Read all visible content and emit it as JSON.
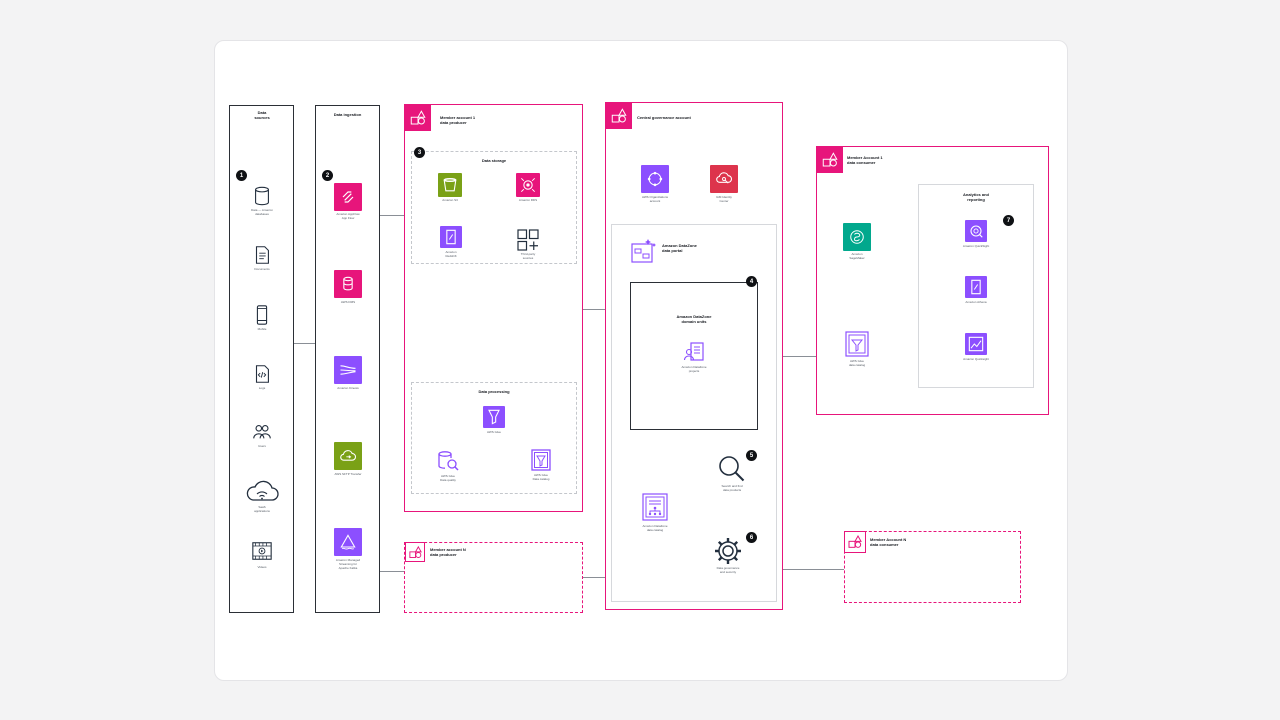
{
  "colors": {
    "accent": "#e7157b",
    "storage_green": "#7aa116",
    "analytics_purple": "#8c4fff",
    "mgmt_red": "#dd344c",
    "ml_teal": "#01a88d"
  },
  "sources": {
    "title": "Data\nsources",
    "items": [
      {
        "icon": "database-icon",
        "label": "Data — Amazon\ndatabases"
      },
      {
        "icon": "document-icon",
        "label": "Documents"
      },
      {
        "icon": "mobile-icon",
        "label": "Mobile"
      },
      {
        "icon": "code-file-icon",
        "label": "Logs"
      },
      {
        "icon": "users-icon",
        "label": "Users"
      },
      {
        "icon": "cloud-wifi-icon",
        "label": "SaaS\napplications"
      },
      {
        "icon": "video-icon",
        "label": "Videos"
      }
    ]
  },
  "ingestion": {
    "title": "Data ingestion",
    "items": [
      {
        "icon": "appflow-icon",
        "label": "Amazon AppFlow\nApp Flow"
      },
      {
        "icon": "dms-icon",
        "label": "AWS DMS"
      },
      {
        "icon": "kinesis-icon",
        "label": "Amazon Kinesis"
      },
      {
        "icon": "transfer-icon",
        "label": "AWS SFTP Transfer"
      },
      {
        "icon": "msk-icon",
        "label": "Amazon Managed\nStreaming for\nApache Kafka"
      }
    ]
  },
  "producer1": {
    "title": "Member account 1\ndata producer",
    "storage": {
      "title": "Data storage",
      "items": [
        {
          "icon": "s3-icon",
          "label": "Amazon S3"
        },
        {
          "icon": "redshift-icon",
          "label": "Amazon RDS"
        },
        {
          "icon": "athena-icon",
          "label": "Amazon\nRedshift"
        },
        {
          "icon": "grid-icon",
          "label": "Third-party\nsources"
        }
      ]
    },
    "processing": {
      "title": "Data processing",
      "items": [
        {
          "icon": "glue-icon",
          "label": "AWS Glue"
        },
        {
          "icon": "data-quality-icon",
          "label": "AWS Glue\nData quality"
        },
        {
          "icon": "data-catalog-icon",
          "label": "AWS Glue\nData catalog"
        }
      ]
    }
  },
  "producerN": {
    "title": "Member account N\ndata producer"
  },
  "central": {
    "title": "Central governance account",
    "org_icon": "organizations-icon",
    "org_label": "AWS Organizations\naccount",
    "iam_icon": "iam-identity-icon",
    "iam_label": "IAM Identity\nCenter",
    "portal_title": "Amazon DataZone\ndata portal",
    "domain_title": "Amazon DataZone\ndomain units",
    "domain_icon_label": "Amazon DataZone\nprojects",
    "search_label": "Search and find\ndata products",
    "catalog_label": "Amazon DataZone\ndata catalog",
    "settings_label": "Data governance\nand security"
  },
  "consumer1": {
    "title": "Member Account 1\ndata consumer",
    "sagemaker_label": "Amazon\nSageMaker",
    "catalog_label": "AWS Glue\ndata catalog",
    "analytics": {
      "title": "Analytics and\nreporting",
      "items": [
        {
          "icon": "quicksight-search-icon",
          "label": "Amazon QuickSight"
        },
        {
          "icon": "athena-analytics-icon",
          "label": "Amazon Athena"
        },
        {
          "icon": "quicksight-icon",
          "label": "Amazon Quicksight"
        }
      ]
    }
  },
  "consumerN": {
    "title": "Member Account N\ndata consumer"
  },
  "badges": [
    "1",
    "2",
    "3",
    "4",
    "5",
    "6",
    "7"
  ]
}
